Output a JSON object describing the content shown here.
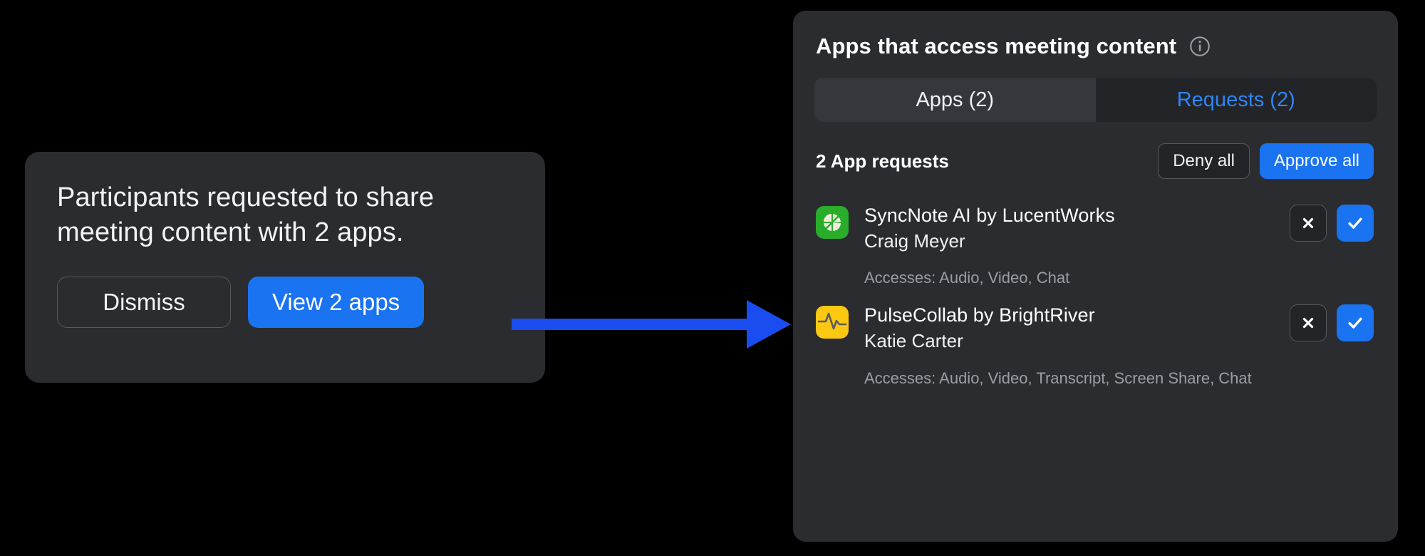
{
  "toast": {
    "message": "Participants requested to share meeting content with 2 apps.",
    "dismiss_label": "Dismiss",
    "view_label": "View 2 apps"
  },
  "arrow": {
    "icon": "arrow-right-icon",
    "color": "#1a4df0"
  },
  "panel": {
    "title": "Apps that access meeting content",
    "info_icon": "info-circle-icon",
    "tabs": [
      {
        "label": "Apps (2)",
        "active": false,
        "name": "tab-apps"
      },
      {
        "label": "Requests (2)",
        "active": true,
        "name": "tab-requests"
      }
    ],
    "requests_header": {
      "count_label": "2 App requests",
      "deny_all_label": "Deny all",
      "approve_all_label": "Approve all"
    },
    "requests": [
      {
        "app_name": "SyncNote AI by LucentWorks",
        "requester": "Craig Meyer",
        "accesses": "Accesses: Audio, Video, Chat",
        "icon": "syncnote-app-icon",
        "icon_bg": "#2aad2a",
        "icon_fg": "#f2ece0",
        "deny_icon": "close-icon",
        "approve_icon": "check-icon"
      },
      {
        "app_name": "PulseCollab by BrightRiver",
        "requester": "Katie Carter",
        "accesses": "Accesses: Audio, Video, Transcript, Screen Share, Chat",
        "icon": "pulsecollab-app-icon",
        "icon_bg": "#fcc811",
        "icon_fg": "#5b5b5b",
        "deny_icon": "close-icon",
        "approve_icon": "check-icon"
      }
    ]
  },
  "colors": {
    "accent_blue": "#1a73f0",
    "tab_active_text": "#2d86f7",
    "panel_bg": "#2a2c30",
    "page_bg": "#000000"
  }
}
